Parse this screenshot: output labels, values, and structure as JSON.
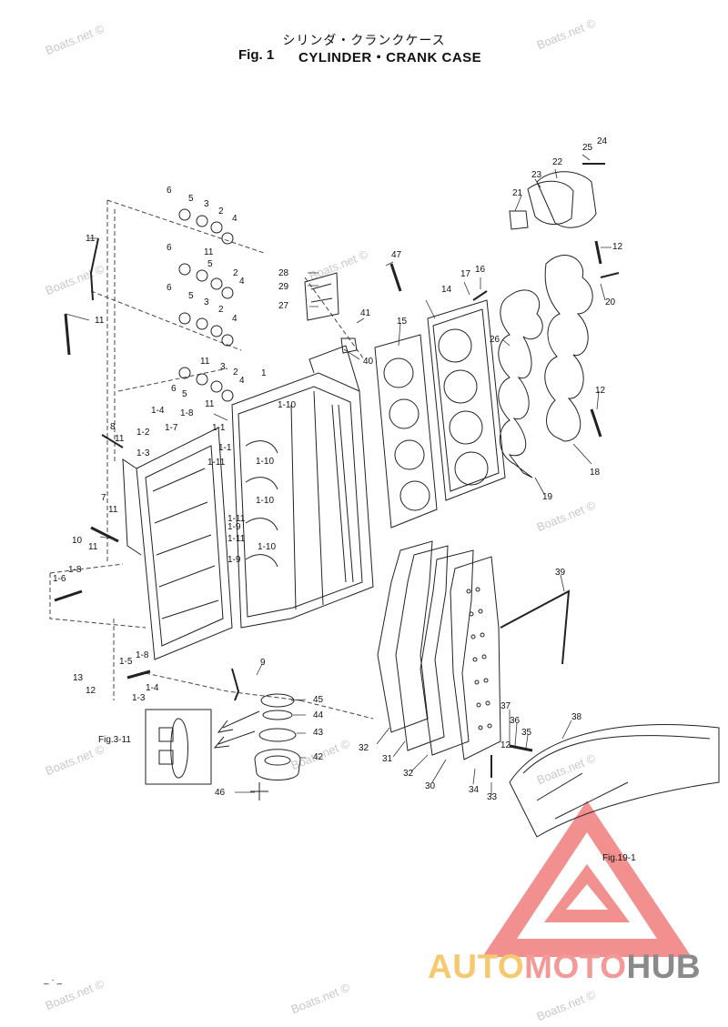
{
  "header": {
    "title_jp": "シリンダ・クランクケース",
    "fig_no": "Fig. 1",
    "fig_name": "CYLINDER・CRANK CASE"
  },
  "watermark": "Boats.net ©",
  "callouts": {
    "c6a": "6",
    "c5a": "5",
    "c3a": "3",
    "c2a": "2",
    "c4a": "4",
    "c11a": "11",
    "c11b": "11",
    "c6b": "6",
    "c5b": "5",
    "c2b": "2",
    "c4b": "4",
    "c6c": "6",
    "c5c": "5",
    "c3c": "3",
    "c2c": "2",
    "c4c": "4",
    "c11c": "11",
    "c11d": "11",
    "c3d": "3",
    "c2d": "2",
    "c4d": "4",
    "c6d": "6",
    "c5d": "5",
    "c11e": "11",
    "c1": "1",
    "c1_10a": "1-10",
    "c1_1a": "1-1",
    "c1_1b": "1-1",
    "c1_11a": "1-11",
    "c1_10b": "1-10",
    "c1_10c": "1-10",
    "c1_11b": "1-11",
    "c1_9a": "1-9",
    "c1_11c": "1-11",
    "c1_9b": "1-9",
    "c1_10d": "1-10",
    "c1_4a": "1-4",
    "c1_8a": "1-8",
    "c1_2": "1-2",
    "c1_7": "1-7",
    "c1_3a": "1-3",
    "c8": "8",
    "c11f": "11",
    "c7": "7",
    "c11g": "11",
    "c10": "10",
    "c11h": "11",
    "c1_6": "1-6",
    "c1_8b": "1-8",
    "c1_5": "1-5",
    "c1_8c": "1-8",
    "c1_3b": "1-3",
    "c1_4b": "1-4",
    "c13": "13",
    "c12a": "12",
    "c9": "9",
    "c45": "45",
    "c44": "44",
    "c43": "43",
    "c42": "42",
    "c46": "46",
    "c28": "28",
    "c29": "29",
    "c27": "27",
    "c47": "47",
    "c41": "41",
    "c40": "40",
    "c15": "15",
    "c14": "14",
    "c17": "17",
    "c16": "16",
    "c25": "25",
    "c24": "24",
    "c22": "22",
    "c23": "23",
    "c21": "21",
    "c12b": "12",
    "c20": "20",
    "c26": "26",
    "c12c": "12",
    "c18": "18",
    "c19": "19",
    "c39": "39",
    "c37": "37",
    "c36": "36",
    "c35": "35",
    "c38": "38",
    "c12d": "12",
    "c32a": "32",
    "c31": "31",
    "c32b": "32",
    "c30": "30",
    "c34": "34",
    "c33": "33"
  },
  "refs": {
    "fig3_11": "Fig.3-11",
    "fig19_1": "Fig.19-1"
  },
  "brand": {
    "part1": "AUTO",
    "part2": "MOTO",
    "part3": "HUB",
    "color_auto": "#f6c96e",
    "color_moto": "#f39a98",
    "color_hub": "#8a8a8a"
  },
  "footer_mark": "_ · _"
}
